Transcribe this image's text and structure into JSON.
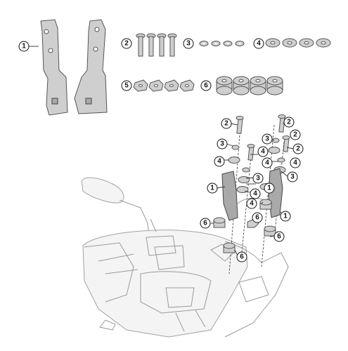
{
  "callouts": {
    "c1": "1",
    "c2": "2",
    "c3": "3",
    "c4": "4",
    "c5": "5",
    "c6": "6"
  },
  "assembly_callouts": [
    "2",
    "2",
    "3",
    "3",
    "4",
    "4",
    "4",
    "4",
    "3",
    "3",
    "1",
    "1",
    "4",
    "2",
    "2",
    "4",
    "6",
    "6",
    "6",
    "4",
    "6",
    "1"
  ]
}
